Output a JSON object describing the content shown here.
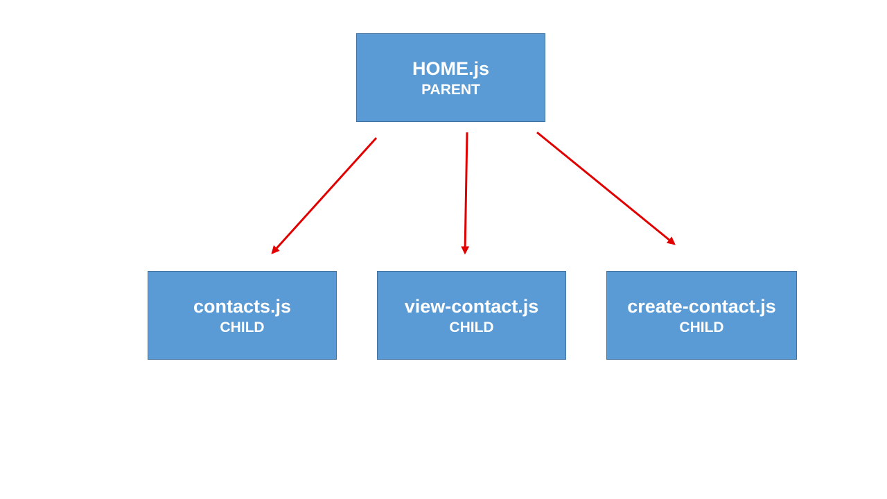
{
  "colors": {
    "box_fill": "#5b9bd5",
    "box_border": "#41719c",
    "text": "#ffffff",
    "arrow": "#e00000",
    "background": "#ffffff"
  },
  "parent": {
    "name": "HOME.js",
    "role": "PARENT"
  },
  "children": [
    {
      "name": "contacts.js",
      "role": "CHILD"
    },
    {
      "name": "view-contact.js",
      "role": "CHILD"
    },
    {
      "name": "create-contact.js",
      "role": "CHILD"
    }
  ],
  "edges": [
    {
      "from": "HOME.js",
      "to": "contacts.js"
    },
    {
      "from": "HOME.js",
      "to": "view-contact.js"
    },
    {
      "from": "HOME.js",
      "to": "create-contact.js"
    }
  ]
}
